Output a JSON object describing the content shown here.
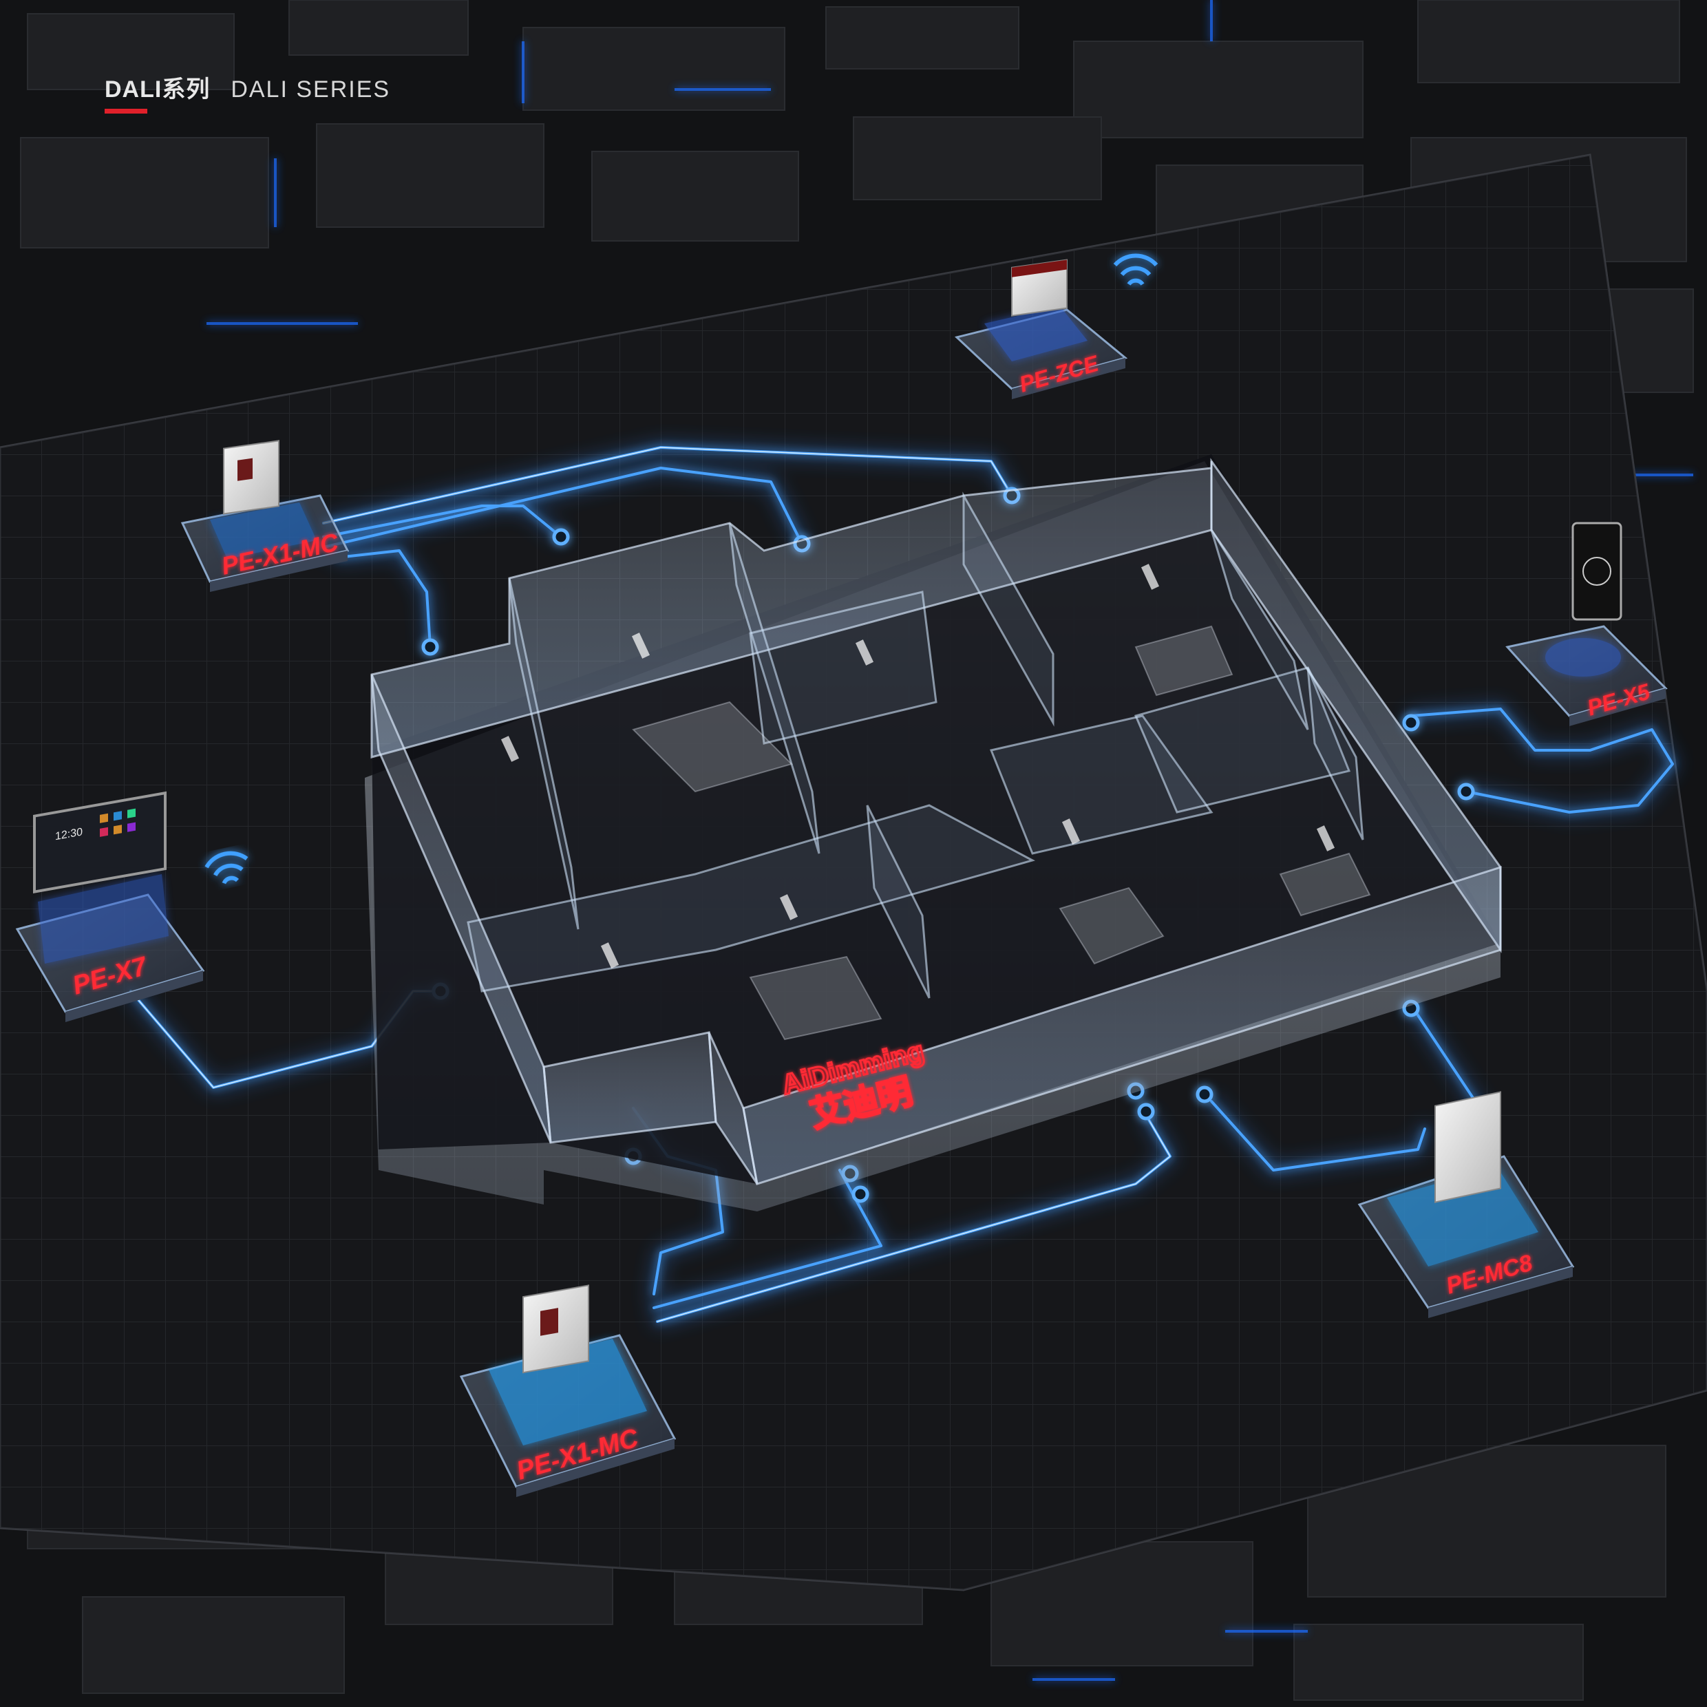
{
  "header": {
    "title_cn": "DALI系列",
    "title_en": "DALI SERIES"
  },
  "brand": {
    "name_en": "AiDimming",
    "name_cn": "艾迪明"
  },
  "devices": [
    {
      "id": "pe-x1-mc-top",
      "label": "PE-X1-MC",
      "type": "keypad panel"
    },
    {
      "id": "pe-zce",
      "label": "PE-ZCE",
      "type": "gateway"
    },
    {
      "id": "pe-x5",
      "label": "PE-X5",
      "type": "touch screen"
    },
    {
      "id": "pe-x7",
      "label": "PE-X7",
      "type": "tablet controller"
    },
    {
      "id": "pe-mc8",
      "label": "PE-MC8",
      "type": "dimming module"
    },
    {
      "id": "pe-x1-mc-bottom",
      "label": "PE-X1-MC",
      "type": "keypad panel"
    }
  ],
  "x7_screen": {
    "time": "12:30"
  },
  "colors": {
    "background": "#141517",
    "grid_floor": "#1b1c1f",
    "grid_line": "#2c2e33",
    "wire_glow": "#2f8cff",
    "wire_core": "#9fd2ff",
    "label_red": "#ff2a36",
    "glass": "#a8b8cc",
    "header_accent": "#e0202a"
  },
  "icons": [
    "wifi-icon-top",
    "wifi-icon-left"
  ]
}
